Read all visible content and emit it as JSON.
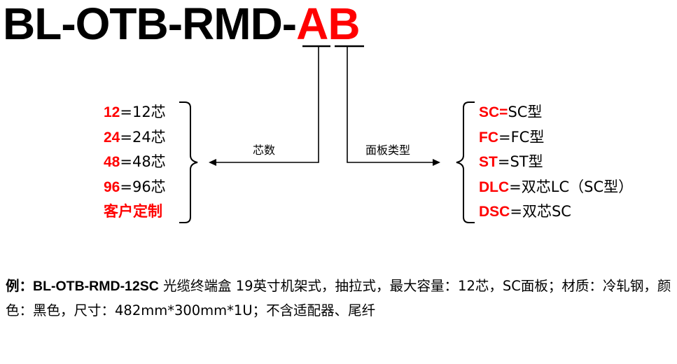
{
  "title": {
    "prefix": "BL-OTB-RMD-",
    "suffix": "AB"
  },
  "labels": {
    "core_count": "芯数",
    "panel_type": "面板类型"
  },
  "core_options": [
    {
      "code": "12",
      "text": "=12芯"
    },
    {
      "code": "24",
      "text": "=24芯"
    },
    {
      "code": "48",
      "text": "=48芯"
    },
    {
      "code": "96",
      "text": "=96芯"
    }
  ],
  "core_custom": "客户定制",
  "panel_options": [
    {
      "code": "SC=",
      "text": "SC型"
    },
    {
      "code": "FC",
      "text": "=FC型"
    },
    {
      "code": "ST",
      "text": "=ST型"
    },
    {
      "code": "DLC",
      "text": "=双芯LC（SC型）"
    },
    {
      "code": "DSC",
      "text": "=双芯SC"
    }
  ],
  "example": {
    "label": "例：",
    "model": "BL-OTB-RMD-12SC",
    "description": " 光缆终端盒   19英寸机架式，抽拉式，最大容量：12芯，SC面板；材质：冷轧钢，颜色：黑色，尺寸：482mm*300mm*1U；不含适配器、尾纤"
  },
  "colors": {
    "highlight": "#ff0000",
    "text": "#000000",
    "background": "#ffffff"
  }
}
